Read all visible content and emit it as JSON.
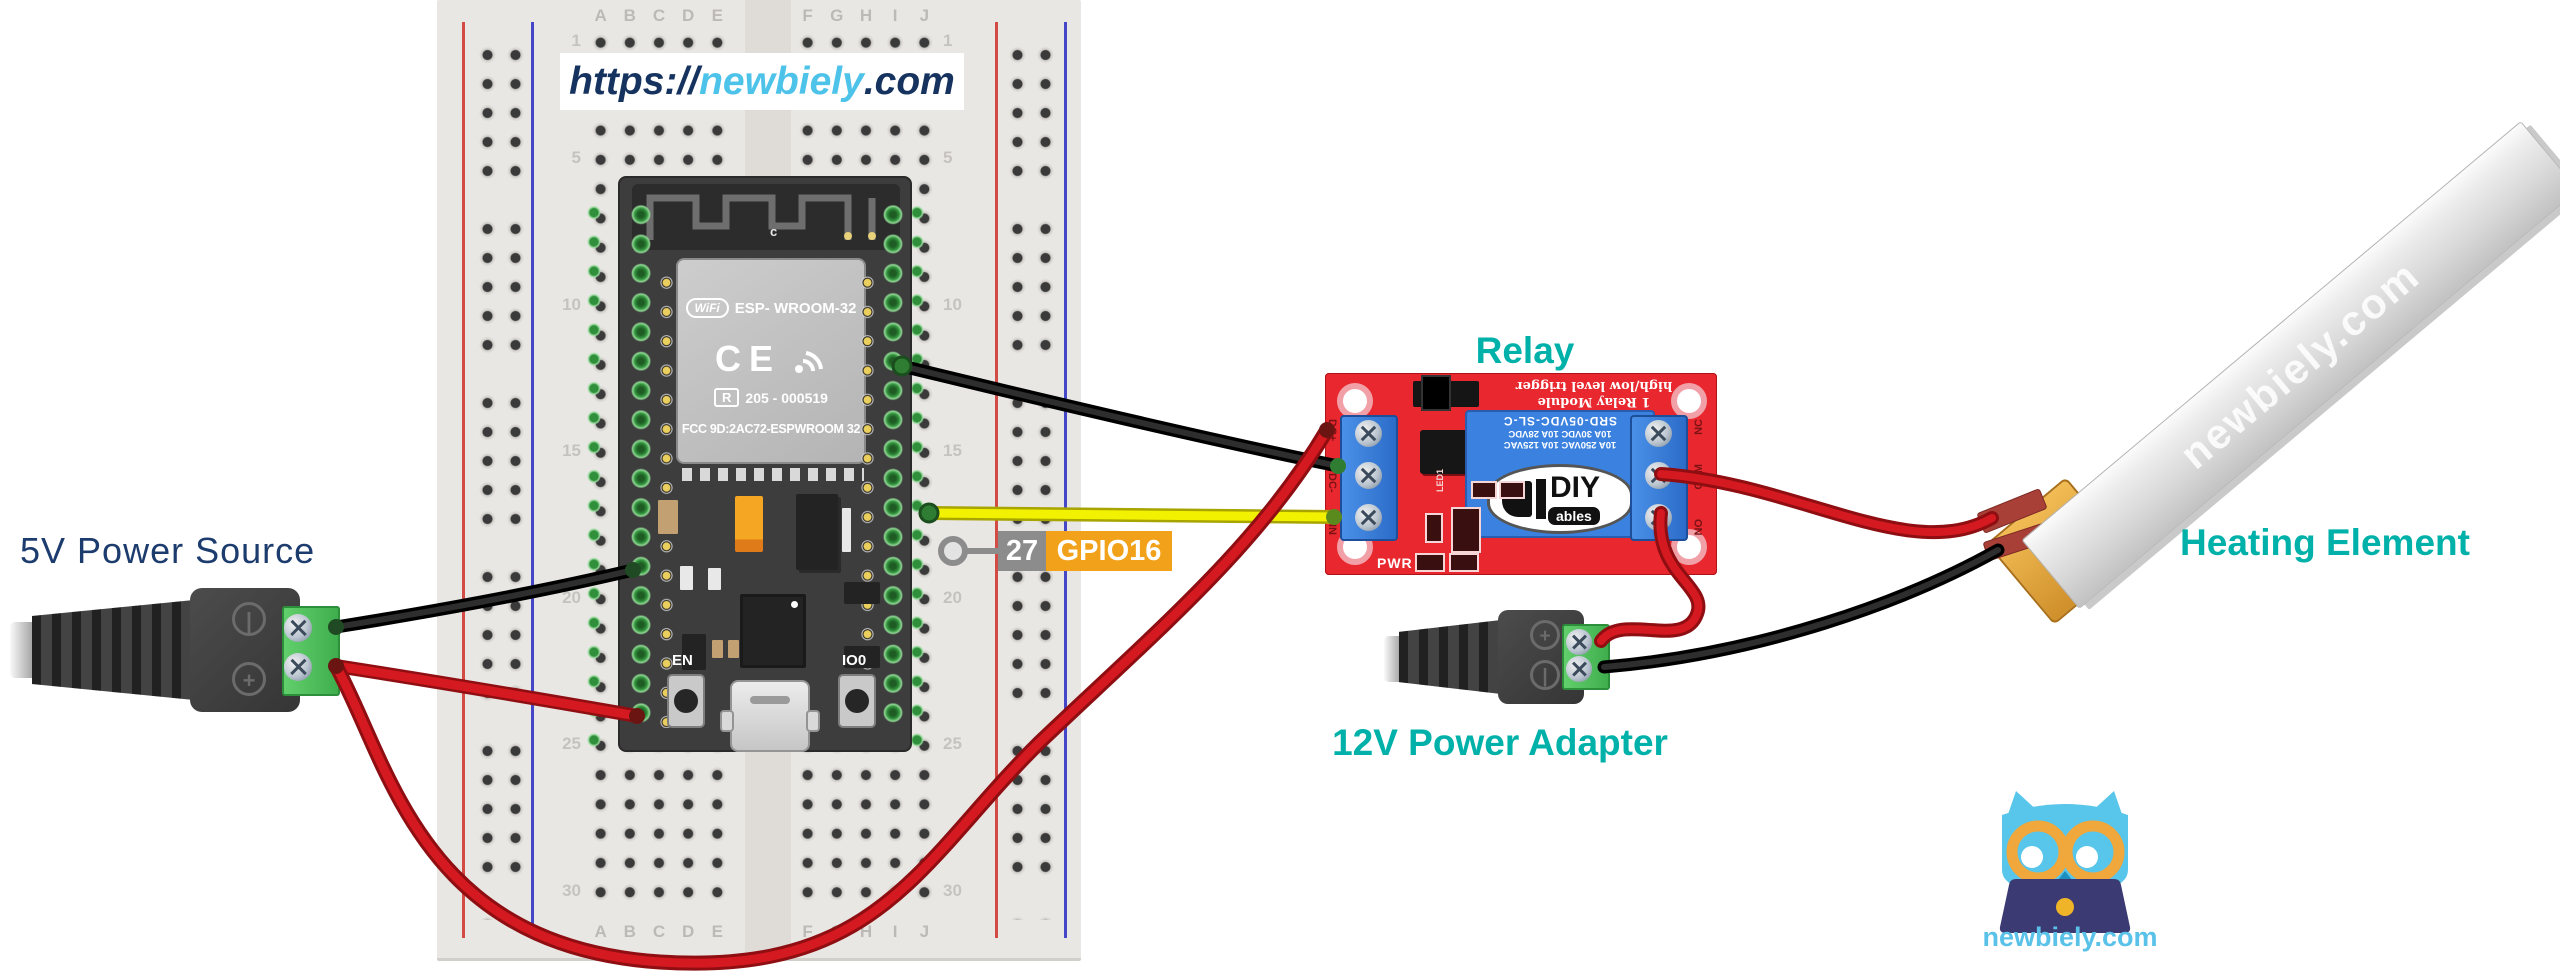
{
  "header": {
    "prefix": "https://",
    "brand": "newbiely",
    "suffix": ".com"
  },
  "labels": {
    "power_source": "5V Power Source",
    "relay": "Relay",
    "power_adapter": "12V Power Adapter",
    "heating_element": "Heating Element",
    "watermark": "newbiely.com",
    "logo_text": "newbiely.com"
  },
  "gpio_pin": {
    "number": "27",
    "name": "GPIO16"
  },
  "breadboard": {
    "letters_left": [
      "A",
      "B",
      "C",
      "D",
      "E"
    ],
    "letters_right": [
      "F",
      "G",
      "H",
      "I",
      "J"
    ],
    "row_numbers": [
      1,
      5,
      10,
      15,
      20,
      25,
      30
    ]
  },
  "esp32": {
    "antenna_label": "c",
    "wifi_logo": "WiFi",
    "module_name": "ESP- WROOM-32",
    "ce_mark": "CE",
    "r_mark": "R",
    "cert_number": "205 - 000519",
    "fcc_line": "FCC 9D:2AC72-ESPWROOM 32",
    "en_button": "EN",
    "io0_button": "IO0"
  },
  "relay_module": {
    "heading_line1": "1 Relay Module",
    "heading_line2": "high/low level trigger",
    "relay_line1": "SRD-05VDC-SL-C",
    "relay_line2": "10A 30VDC 10A 28VDC",
    "relay_line3": "10A 250VAC 10A 125VAC",
    "logo_main": "DIY",
    "logo_sub": "ables",
    "left_terminals": [
      "DC+",
      "DC-",
      "IN"
    ],
    "right_terminals": [
      "NC",
      "COM",
      "NO"
    ],
    "led_label": "LED1",
    "pwr_label": "PWR"
  },
  "jack_5v": {
    "top_symbol": "|",
    "bottom_symbol": "+"
  },
  "jack_12v": {
    "top_symbol": "+",
    "bottom_symbol": "|"
  },
  "colors": {
    "teal": "#00b1a9",
    "navy": "#1d3c6e",
    "brand_blue": "#4dc3ea",
    "wire_red": "#d51920",
    "wire_black": "#1c1c1c",
    "wire_yellow": "#f2f200",
    "gpio_orange": "#f2a21a",
    "gpio_gray": "#8c8c8c",
    "relay_red": "#e8282e",
    "breadboard_bg": "#e9e7e4"
  }
}
